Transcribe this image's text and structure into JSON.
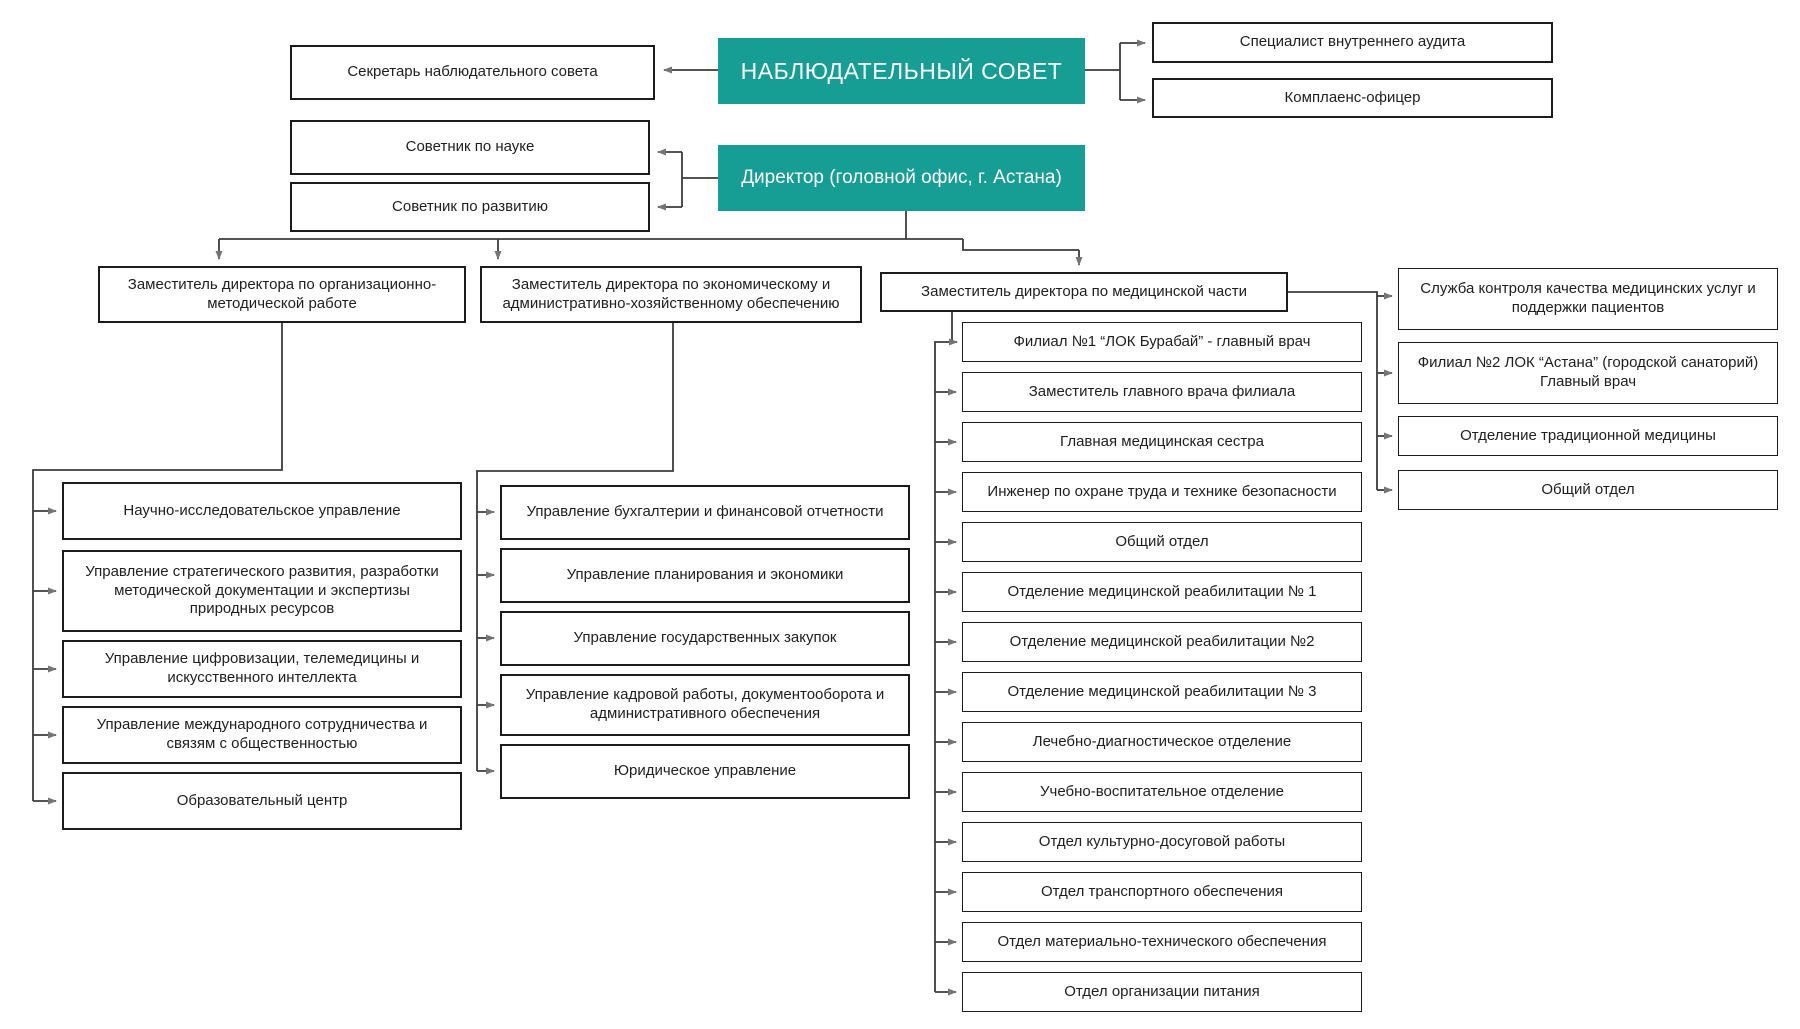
{
  "colors": {
    "accent_teal": "#169e94",
    "box_border": "#1c1c1c",
    "connector_line": "#3c3c3c",
    "arrowhead": "#757575",
    "background": "#ffffff"
  },
  "org": {
    "supervisory_board": "НАБЛЮДАТЕЛЬНЫЙ СОВЕТ",
    "secretary": "Секретарь наблюдательного совета",
    "internal_audit": "Специалист внутреннего аудита",
    "compliance_officer": "Комплаенс-офицер",
    "director": "Директор (головной офис, г. Астана)",
    "science_advisor": "Советник по науке",
    "development_advisor": "Советник по развитию",
    "deputy_org_method": "Заместитель директора по организационно-методической работе",
    "deputy_econ_admin": "Заместитель директора по экономическому и административно-хозяйственному обеспечению",
    "deputy_medical": "Заместитель директора по медицинской части",
    "org_method_units": [
      "Научно-исследовательское управление",
      "Управление стратегического развития, разработки методической документации и экспертизы природных ресурсов",
      "Управление цифровизации, телемедицины и искусственного интеллекта",
      "Управление международного сотрудничества и связям с общественностью",
      "Образовательный центр"
    ],
    "econ_admin_units": [
      "Управление бухгалтерии и финансовой отчетности",
      "Управление планирования и экономики",
      "Управление государственных закупок",
      "Управление кадровой работы, документооборота и административного обеспечения",
      "Юридическое управление"
    ],
    "medical_units": [
      "Филиал №1 “ЛОК Бурабай” - главный врач",
      "Заместитель главного врача филиала",
      "Главная медицинская сестра",
      "Инженер по охране труда и технике безопасности",
      "Общий отдел",
      "Отделение медицинской реабилитации № 1",
      "Отделение медицинской реабилитации №2",
      "Отделение медицинской реабилитации № 3",
      "Лечебно-диагностическое отделение",
      "Учебно-воспитательное отделение",
      "Отдел культурно-досуговой работы",
      "Отдел транспортного обеспечения",
      "Отдел материально-технического обеспечения",
      "Отдел организации питания"
    ],
    "medical_side_units": [
      "Служба контроля качества медицинских услуг и поддержки пациентов",
      "Филиал №2 ЛОК “Астана” (городской санаторий) Главный врач",
      "Отделение традиционной медицины",
      "Общий отдел"
    ]
  }
}
